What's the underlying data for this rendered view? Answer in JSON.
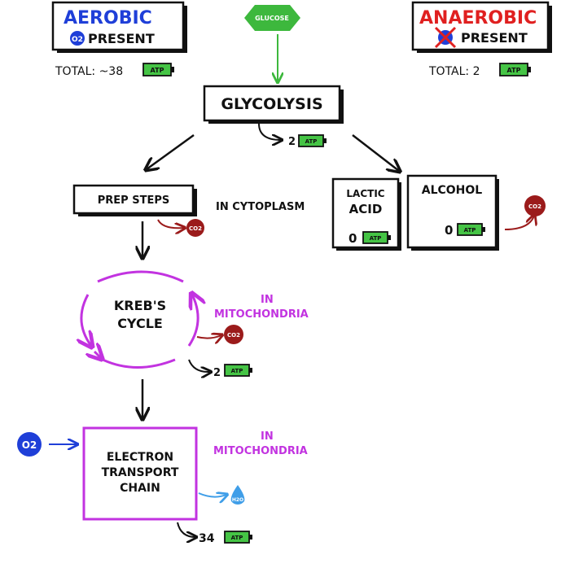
{
  "aerobic": {
    "title": "AEROBIC",
    "o2_label": "O2",
    "present": "PRESENT",
    "total": "TOTAL: ~38"
  },
  "anaerobic": {
    "title": "ANAEROBIC",
    "present": "PRESENT",
    "total": "TOTAL: 2"
  },
  "glucose": {
    "label": "GLUCOSE"
  },
  "glycolysis": {
    "label": "GLYCOLYSIS",
    "atp_yield": "2"
  },
  "prep_steps": {
    "label": "PREP STEPS"
  },
  "in_cytoplasm": "IN CYTOPLASM",
  "lactic_acid": {
    "line1": "LACTIC",
    "line2": "ACID",
    "atp_yield": "0"
  },
  "alcohol": {
    "label": "ALCOHOL",
    "atp_yield": "0"
  },
  "krebs": {
    "line1": "KREB'S",
    "line2": "CYCLE",
    "atp_yield": "2"
  },
  "in_mito_1": {
    "line1": "IN",
    "line2": "MITOCHONDRIA"
  },
  "in_mito_2": {
    "line1": "IN",
    "line2": "MITOCHONDRIA"
  },
  "etc": {
    "line1": "ELECTRON",
    "line2": "TRANSPORT",
    "line3": "CHAIN",
    "atp_yield": "34"
  },
  "molecules": {
    "co2": "CO2",
    "o2": "O2",
    "h2o": "H2O"
  },
  "atp_label": "ATP",
  "colors": {
    "ink": "#111111",
    "aerobic_blue": "#1f3fd8",
    "anaerobic_red": "#e02020",
    "glucose_green": "#3db83d",
    "atp_green": "#45c445",
    "co2_dark_red": "#9b1b1b",
    "mito_purple": "#c233e0",
    "water_blue": "#3f9ee8"
  }
}
